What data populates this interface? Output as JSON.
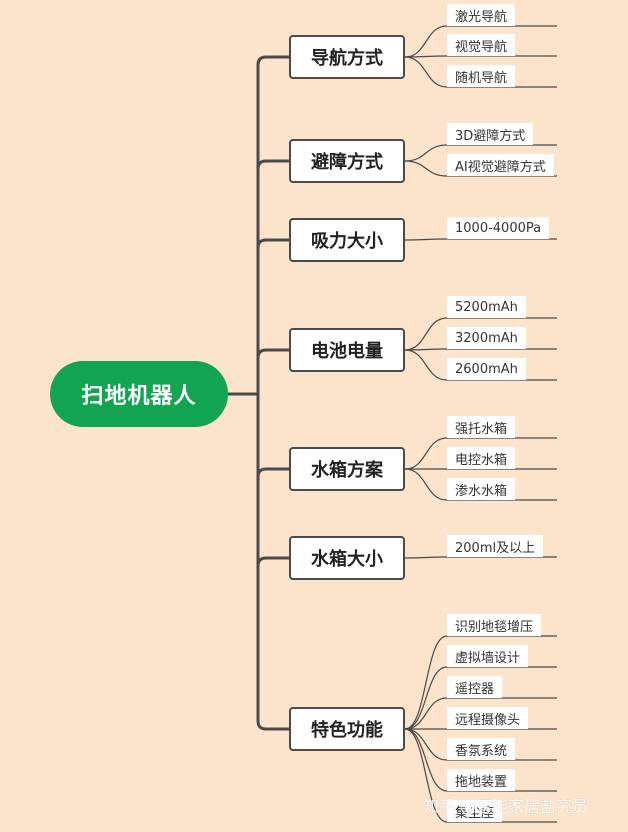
{
  "mindmap": {
    "root": "扫地机器人",
    "branches": [
      {
        "label": "导航方式",
        "items": [
          "激光导航",
          "视觉导航",
          "随机导航"
        ]
      },
      {
        "label": "避障方式",
        "items": [
          "3D避障方式",
          "AI视觉避障方式"
        ]
      },
      {
        "label": "吸力大小",
        "items": [
          "1000-4000Pa"
        ]
      },
      {
        "label": "电池电量",
        "items": [
          "5200mAh",
          "3200mAh",
          "2600mAh"
        ]
      },
      {
        "label": "水箱方案",
        "items": [
          "强托水箱",
          "电控水箱",
          "渗水水箱"
        ]
      },
      {
        "label": "水箱大小",
        "items": [
          "200ml及以上"
        ]
      },
      {
        "label": "特色功能",
        "items": [
          "识别地毯增压",
          "虚拟墙设计",
          "遥控器",
          "远程摄像头",
          "香氛系统",
          "拖地装置",
          "集尘座"
        ]
      }
    ]
  },
  "watermark": "知乎 @智能家居盐究员"
}
